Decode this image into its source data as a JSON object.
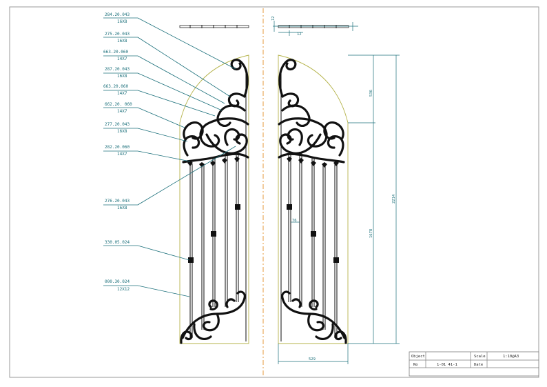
{
  "part_labels": [
    {
      "code": "284.20.043",
      "size": "16X8"
    },
    {
      "code": "275.20.043",
      "size": "16X8"
    },
    {
      "code": "663.20.060",
      "size": "14X7"
    },
    {
      "code": "287.20.043",
      "size": "16X8"
    },
    {
      "code": "663.20.060",
      "size": "14X7"
    },
    {
      "code": "662.20. 060",
      "size": "14X7"
    },
    {
      "code": "277.20.043",
      "size": "16X8"
    },
    {
      "code": "282.20.060",
      "size": "14X7"
    },
    {
      "code": "276.20.043",
      "size": "16X8"
    },
    {
      "code": "330.05.024",
      "size": ""
    },
    {
      "code": "000.30.024",
      "size": "12X12"
    }
  ],
  "dimensions": {
    "top_thickness": "12",
    "top_spacing": "12",
    "arch_height": "536",
    "total_height": "2214",
    "straight_height": "1678",
    "width": "529",
    "bar_spacing": "76"
  },
  "title_block": {
    "object_label": "Object",
    "object_value": "",
    "scale_label": "Scale",
    "scale_value": "1:10@A3",
    "no_label": "No",
    "no_value": "1-01 41-1",
    "date_label": "Date",
    "date_value": ""
  },
  "colors": {
    "annotation": "#1a6f7a",
    "outline": "#b5b34a",
    "iron": "#111111",
    "center_line": "#e69a3c",
    "frame": "#9a9a9a"
  }
}
